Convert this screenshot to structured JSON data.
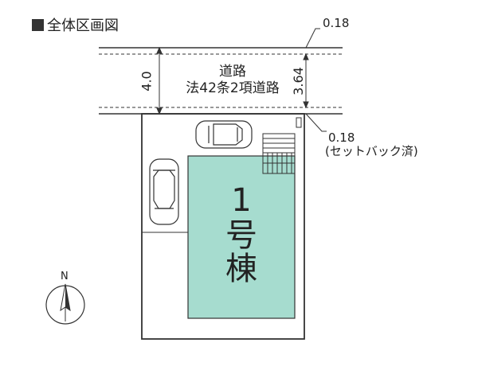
{
  "title": "全体区画図",
  "road": {
    "line1": "道路",
    "line2": "法42条2項道路",
    "width_label": "4.0",
    "side_label": "3.64"
  },
  "setback": {
    "top_value": "0.18",
    "bottom_value": "0.18",
    "note": "(セットバック済)"
  },
  "building": {
    "number": "1",
    "label1": "号",
    "label2": "棟",
    "fill_color": "#a6dccf"
  },
  "compass": {
    "north": "N"
  },
  "colors": {
    "line": "#333333",
    "background": "#ffffff"
  }
}
